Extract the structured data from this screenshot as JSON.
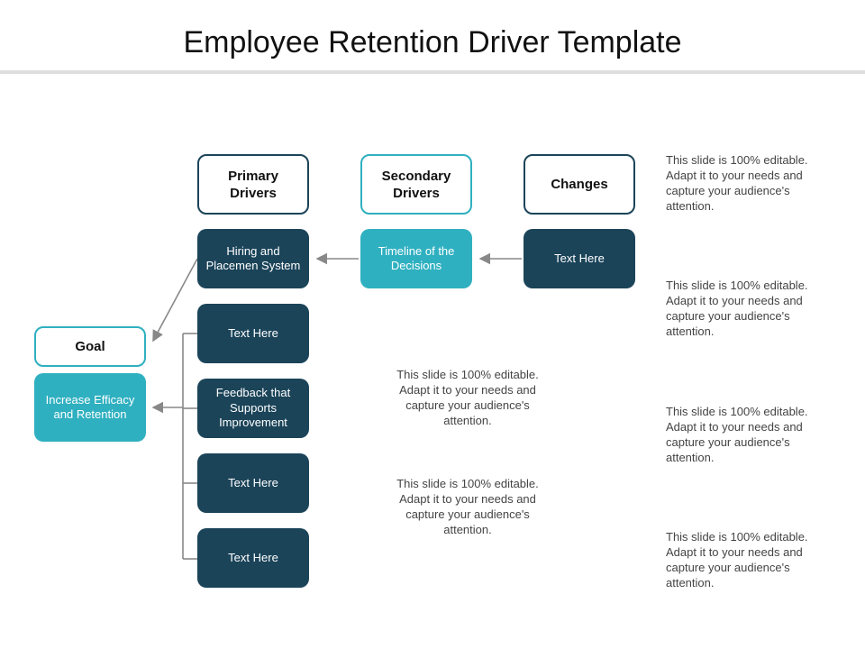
{
  "title": "Employee Retention Driver Template",
  "headers": {
    "goal": "Goal",
    "primary": "Primary Drivers",
    "secondary": "Secondary Drivers",
    "changes": "Changes"
  },
  "goal_box": "Increase Efficacy and Retention",
  "primary_items": [
    "Hiring and Placemen System",
    "Text Here",
    "Feedback that Supports Improvement",
    "Text Here",
    "Text Here"
  ],
  "secondary_item": "Timeline of the Decisions",
  "changes_item": "Text Here",
  "right_notes": [
    "This slide is 100% editable. Adapt it to your needs and capture your audience's attention.",
    "This slide is 100% editable. Adapt it to your needs and capture your audience's attention.",
    "This slide is 100% editable. Adapt it to your needs and capture your audience's attention.",
    "This slide is 100% editable. Adapt it to your needs and capture your audience's attention."
  ],
  "center_notes": [
    "This slide is 100% editable. Adapt it to your needs and capture your audience's attention.",
    "This slide is 100% editable. Adapt it to your needs and capture your audience's attention."
  ],
  "colors": {
    "navy": "#1b4459",
    "teal": "#2fb0c0",
    "connector": "#888888"
  }
}
